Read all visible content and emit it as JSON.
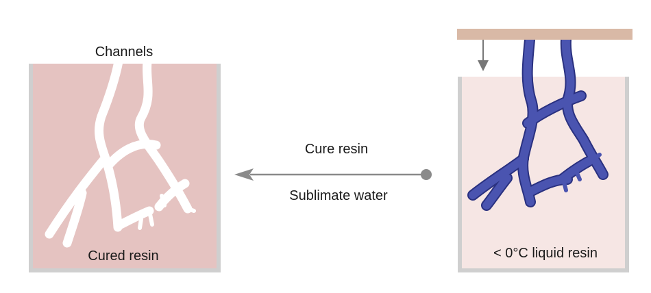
{
  "left_panel": {
    "top_label": "Channels",
    "bottom_label": "Cured resin",
    "fill_color": "#e5c3c1",
    "channel_color": "#ffffff"
  },
  "arrow": {
    "label_above": "Cure resin",
    "label_below": "Sublimate water",
    "color": "#8a8a8a"
  },
  "right_panel": {
    "bottom_label": "< 0°C liquid resin",
    "fill_color": "#f6e6e4",
    "plate_color": "#d9b9a6",
    "vessel_color": "#4a54b0",
    "vessel_edge_color": "#2a3180"
  },
  "container": {
    "wall_color": "#cfcfcf"
  }
}
